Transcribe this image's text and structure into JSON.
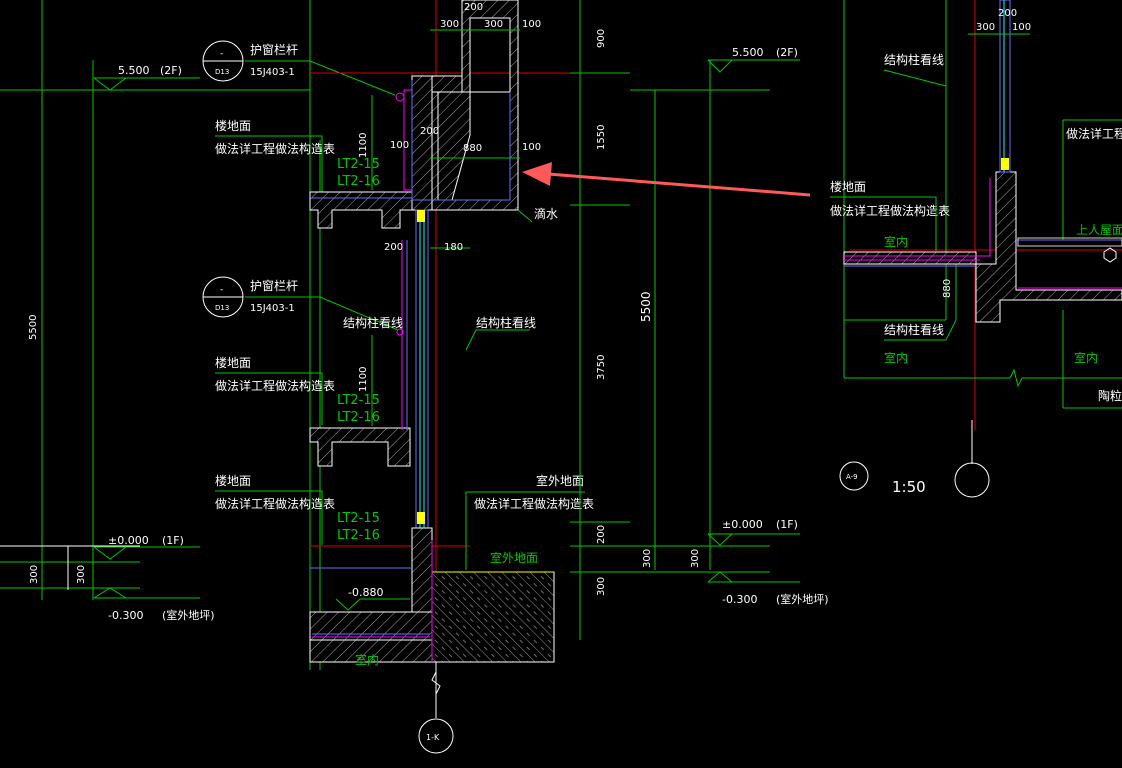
{
  "palette": {
    "background": "#000000",
    "white": "#ffffff",
    "green": "#00c800",
    "red": "#e00000",
    "magenta": "#ff00ff",
    "blue": "#6a6aff",
    "cyan": "#00ffff",
    "yellow": "#ffff00",
    "arrow": "#ff5a5a"
  },
  "texts": {
    "elev_2f_left": "5.500",
    "elev_2f_left_floor": "(2F)",
    "elev_2f_right": "5.500",
    "elev_2f_right_floor": "(2F)",
    "elev_1f_left": "±0.000",
    "elev_1f_left_floor": "(1F)",
    "elev_1f_right": "±0.000",
    "elev_1f_right_floor": "(1F)",
    "elev_outdoor_left": "-0.300",
    "elev_outdoor_left_note": "(室外地坪)",
    "elev_outdoor_right": "-0.300",
    "elev_outdoor_right_note": "(室外地坪)",
    "elev_basement": "-0.880",
    "guard_rail_1": "护窗栏杆",
    "guard_rail_1_ref": "15J403-1",
    "guard_rail_2": "护窗栏杆",
    "guard_rail_2_ref": "15J403-1",
    "circle_dash": "-",
    "circle_d13": "D13",
    "floor_1": "楼地面",
    "floor_1_note": "做法详工程做法构造表",
    "floor_2": "楼地面",
    "floor_2_note": "做法详工程做法构造表",
    "floor_3": "楼地面",
    "floor_3_note": "做法详工程做法构造表",
    "floor_right": "楼地面",
    "floor_right_note": "做法详工程做法构造表",
    "outdoor_ground": "室外地面",
    "outdoor_ground_note": "做法详工程做法构造表",
    "outdoor_ground_green": "室外地面",
    "lt_15": "LT2-15",
    "lt_16": "LT2-16",
    "struct_col_1": "结构柱看线",
    "struct_col_2": "结构柱看线",
    "struct_col_right_top": "结构柱看线",
    "struct_col_right_mid": "结构柱看线",
    "drip": "滴水",
    "indoor": "室内",
    "roof_access": "上人屋面",
    "method_partial": "做法详工程",
    "pit_partial": "陶粒",
    "scale": "1:50",
    "axis_1k": "1-K",
    "axis_a9": "A-9",
    "dims": {
      "d300": "300",
      "d200": "200",
      "d100": "100",
      "d880": "880",
      "d900": "900",
      "d1550": "1550",
      "d1100": "1100",
      "d180": "180",
      "d5500": "5500",
      "d3750": "3750"
    }
  }
}
